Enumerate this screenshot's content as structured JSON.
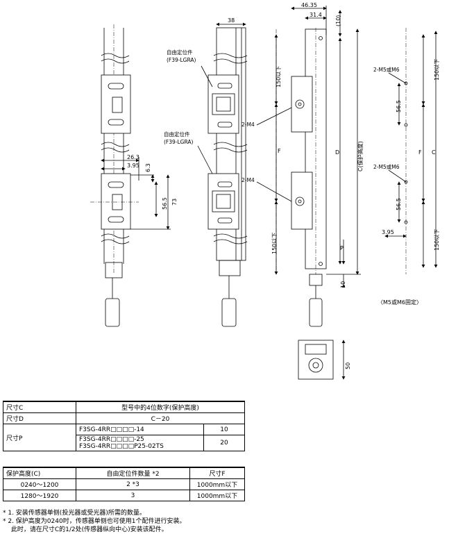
{
  "drawing": {
    "dims": {
      "d46_35": "46.35",
      "d31_4": "31.4",
      "d10_top": "(10)",
      "d38": "38",
      "d26_3": "26.3",
      "d3_95_a": "3.95",
      "d6_3": "6.3",
      "d56_5_a": "56.5",
      "d73": "73",
      "d150_1": "150以下",
      "d150_2": "150以下",
      "d150_3": "150以下",
      "d150_4": "150以下",
      "dF_1": "F",
      "dD": "D",
      "dC_prot": "C(保护高度)",
      "dP": "P",
      "d10_bot": "10",
      "dC_right": "C",
      "dF_right": "F",
      "d56_5_b": "56.5",
      "d56_5_c": "56.5",
      "d3_95_b": "3.95",
      "d50": "50"
    },
    "labels": {
      "bracket1": "自由定位件",
      "bracket1_model": "(F39-LGRA)",
      "bracket2": "自由定位件",
      "bracket2_model": "(F39-LGRA)",
      "m4_1": "2-M4",
      "m4_2": "2-M4",
      "m5m6_1": "2-M5或M6",
      "m5m6_2": "2-M5或M6",
      "fix_note": "〈M5或M6固定〉"
    }
  },
  "table1": {
    "rows": [
      {
        "label": "尺寸C",
        "value": "型号中的4位数字(保护高度)"
      },
      {
        "label": "尺寸D",
        "value": "C－20"
      }
    ],
    "p_label": "尺寸P",
    "p_rows": [
      {
        "models": [
          "F3SG-4RR□□□□-14"
        ],
        "value": "10"
      },
      {
        "models": [
          "F3SG-4RR□□□□-25",
          "F3SG-4RR□□□□P25-02TS"
        ],
        "value": "20"
      }
    ]
  },
  "table2": {
    "headers": [
      "保护高度(C)",
      "自由定位件数量 *2",
      "尺寸F"
    ],
    "rows": [
      [
        "0240～1200",
        "2 *3",
        "1000mm以下"
      ],
      [
        "1280～1920",
        "3",
        "1000mm以下"
      ]
    ]
  },
  "notes": [
    "* 1. 安装传感器单侧(投光器或受光器)所需的数量。",
    "* 2. 保护高度为0240时，传感器单侧也可使用1个配件进行安装。",
    "　 此时，请在尺寸C的1/2处(传感器纵向中心)安装该配件。"
  ]
}
